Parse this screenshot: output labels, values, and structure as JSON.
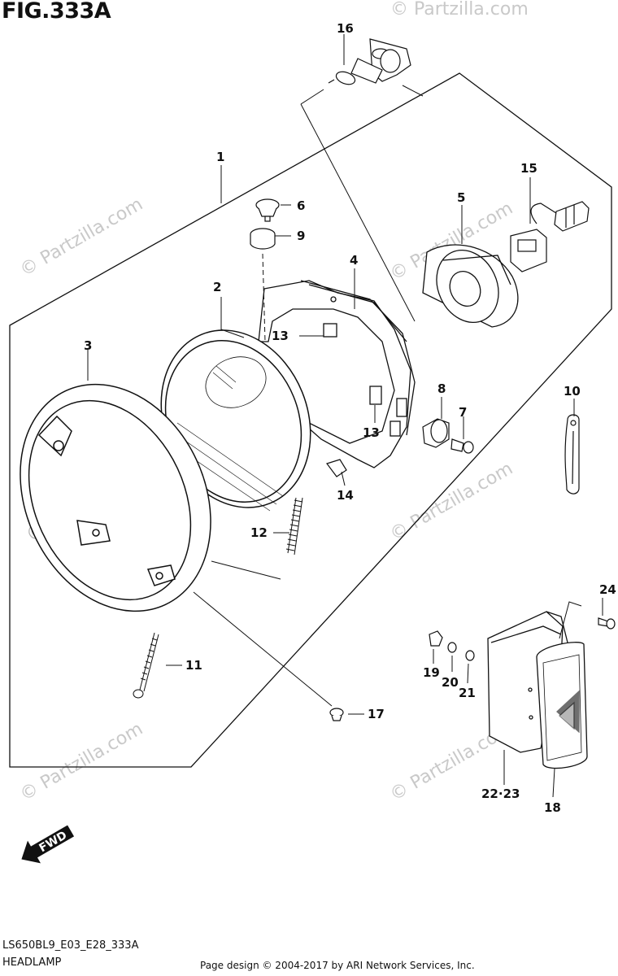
{
  "figure": {
    "title": "FIG.333A",
    "model_code": "LS650BL9_E03_E28_333A",
    "section": "HEADLAMP",
    "direction_label": "FWD"
  },
  "callouts": {
    "p1": "1",
    "p2": "2",
    "p3": "3",
    "p4": "4",
    "p5": "5",
    "p6": "6",
    "p7": "7",
    "p8": "8",
    "p9": "9",
    "p10": "10",
    "p11": "11",
    "p12": "12",
    "p13a": "13",
    "p13b": "13",
    "p14": "14",
    "p15": "15",
    "p16": "16",
    "p17": "17",
    "p18": "18",
    "p19": "19",
    "p20": "20",
    "p21": "21",
    "p22_23": "22·23",
    "p24": "24"
  },
  "watermark": "© Partzilla.com",
  "footer": {
    "copyright": "Page design © 2004-2017 by ARI Network Services, Inc."
  }
}
